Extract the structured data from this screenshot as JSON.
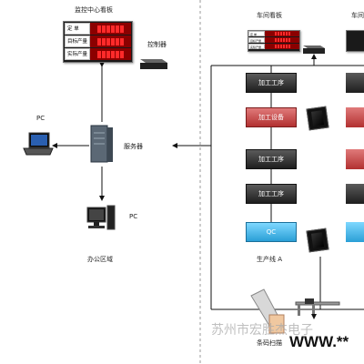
{
  "control_center": {
    "title": "监控中心看板",
    "board_rows": [
      "定 单",
      "目标产量",
      "实际产量"
    ],
    "controller_label": "控制器",
    "server_label": "服务器",
    "pc_left_label": "PC",
    "pc_bottom_label": "PC",
    "office_label": "办公区域"
  },
  "workshop": {
    "board_title_a": "车间看板",
    "board_title_b": "车间看板",
    "board_rows": [
      "定 单",
      "目标产量",
      "实际产量"
    ],
    "stations": [
      "加工工序",
      "加工设备",
      "加工工序",
      "加工工序",
      "QC"
    ],
    "line_label": "生产线 A",
    "scanner_label": "条码扫描",
    "station_colors": {
      "process": "#2b2b2b",
      "equipment": "#c04040",
      "qc": "#3bb0e6"
    }
  },
  "watermark": {
    "company_text": "苏州市宏胜杰电子",
    "url_text": "WWW.**"
  }
}
